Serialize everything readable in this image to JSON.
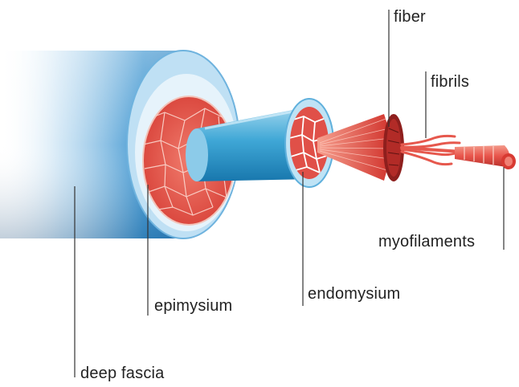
{
  "figure": {
    "labels": {
      "fiber": "fiber",
      "fibrils": "fibrils",
      "myofilaments": "myofilaments",
      "endomysium": "endomysium",
      "epimysium": "epimysium",
      "deep_fascia": "deep fascia"
    },
    "colors": {
      "fascia_blue": "#1f7fc0",
      "sheath_light": "#b9dcf2",
      "muscle_red": "#e8544b",
      "muscle_light": "#f4a79a",
      "leader_line": "#333333"
    }
  }
}
